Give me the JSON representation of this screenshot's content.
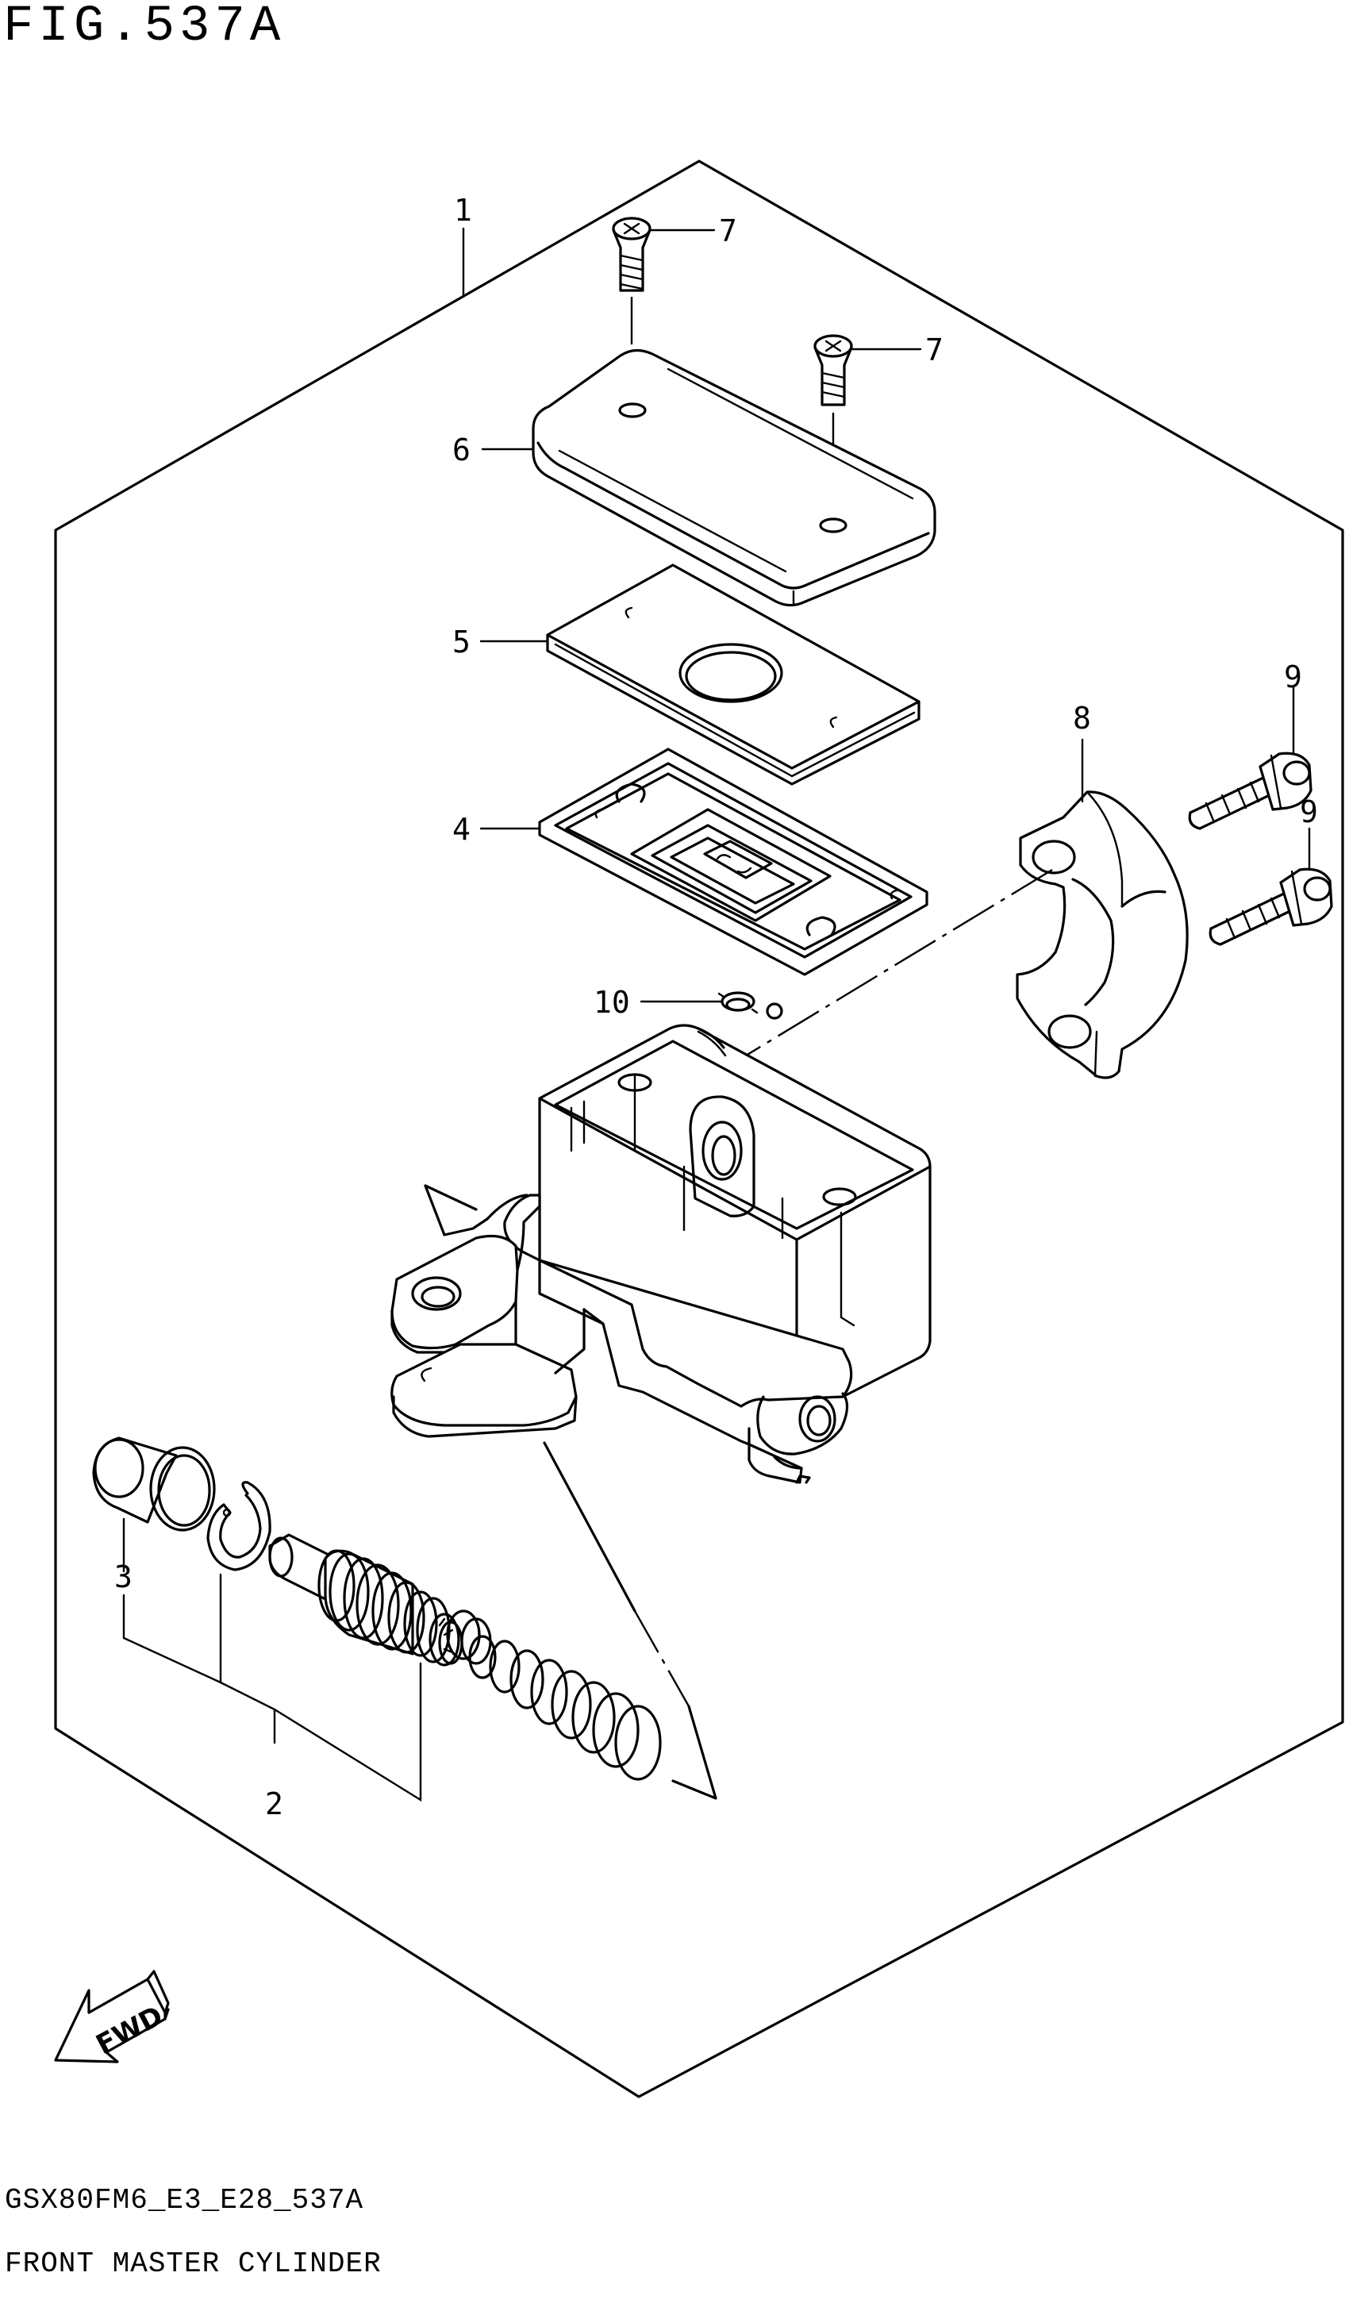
{
  "figure": {
    "title": "FIG.537A",
    "drawing_code": "GSX80FM6_E3_E28_537A",
    "description": "FRONT MASTER CYLINDER"
  },
  "direction_arrow": {
    "label": "FWD",
    "icon": "fwd-arrow-icon"
  },
  "callouts": [
    {
      "id": "callout-1",
      "label": "1"
    },
    {
      "id": "callout-2",
      "label": "2"
    },
    {
      "id": "callout-3",
      "label": "3"
    },
    {
      "id": "callout-4",
      "label": "4"
    },
    {
      "id": "callout-5",
      "label": "5"
    },
    {
      "id": "callout-6",
      "label": "6"
    },
    {
      "id": "callout-7a",
      "label": "7"
    },
    {
      "id": "callout-7b",
      "label": "7"
    },
    {
      "id": "callout-8",
      "label": "8"
    },
    {
      "id": "callout-9a",
      "label": "9"
    },
    {
      "id": "callout-9b",
      "label": "9"
    },
    {
      "id": "callout-10",
      "label": "10"
    }
  ]
}
